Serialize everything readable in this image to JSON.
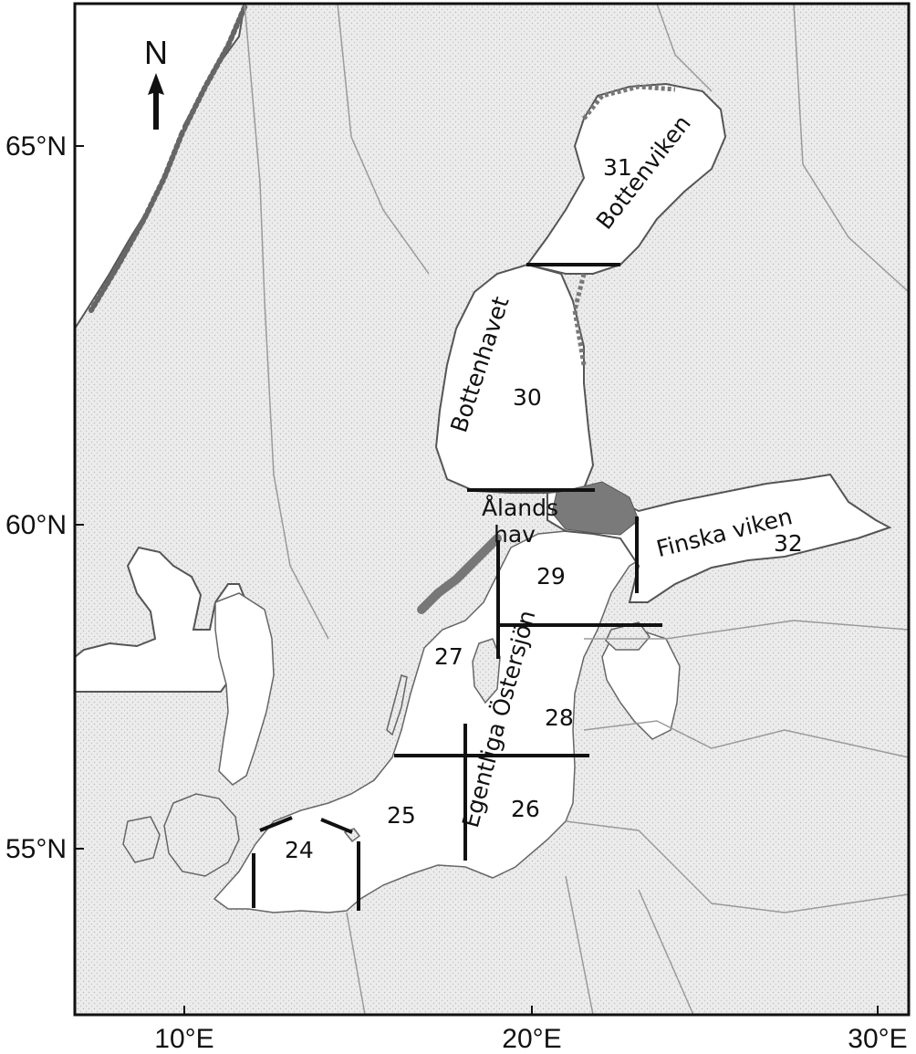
{
  "north_label": "N",
  "axes": {
    "lat_ticks": [
      "65°N",
      "60°N",
      "55°N"
    ],
    "lon_ticks": [
      "10°E",
      "20°E",
      "30°E"
    ]
  },
  "areas": [
    "24",
    "25",
    "26",
    "27",
    "28",
    "29",
    "30",
    "31",
    "32"
  ],
  "names": {
    "bottenviken": "Bottenviken",
    "bottenhavet": "Bottenhavet",
    "alands_line1": "Ålands",
    "alands_line2": "hav",
    "finska_viken": "Finska viken",
    "egentliga_ostersjon": "Egentliga Östersjön"
  },
  "colors": {
    "land": "#e6e6e6",
    "sea": "#ffffff",
    "coast": "#6e6e6e",
    "border": "#9a9a9a",
    "division_line": "#111111"
  }
}
